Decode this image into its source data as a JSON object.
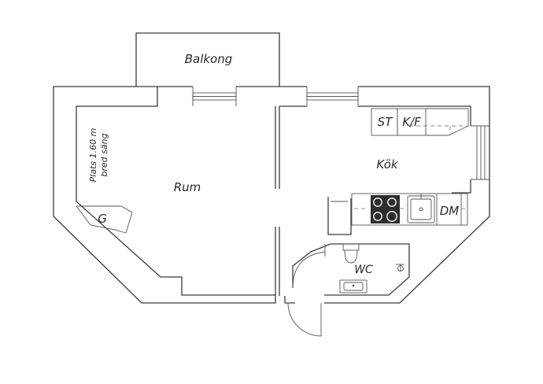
{
  "rooms": {
    "balcony": "Balkong",
    "room": "Rum",
    "kitchen": "Kök",
    "wc": "WC",
    "wardrobe": "G"
  },
  "bed_note": {
    "line1": "Plats 1.60 m",
    "line2": "bred säng"
  },
  "appliances": {
    "stove": "ST",
    "fridge_freezer": "K/F",
    "dishwasher": "DM"
  }
}
